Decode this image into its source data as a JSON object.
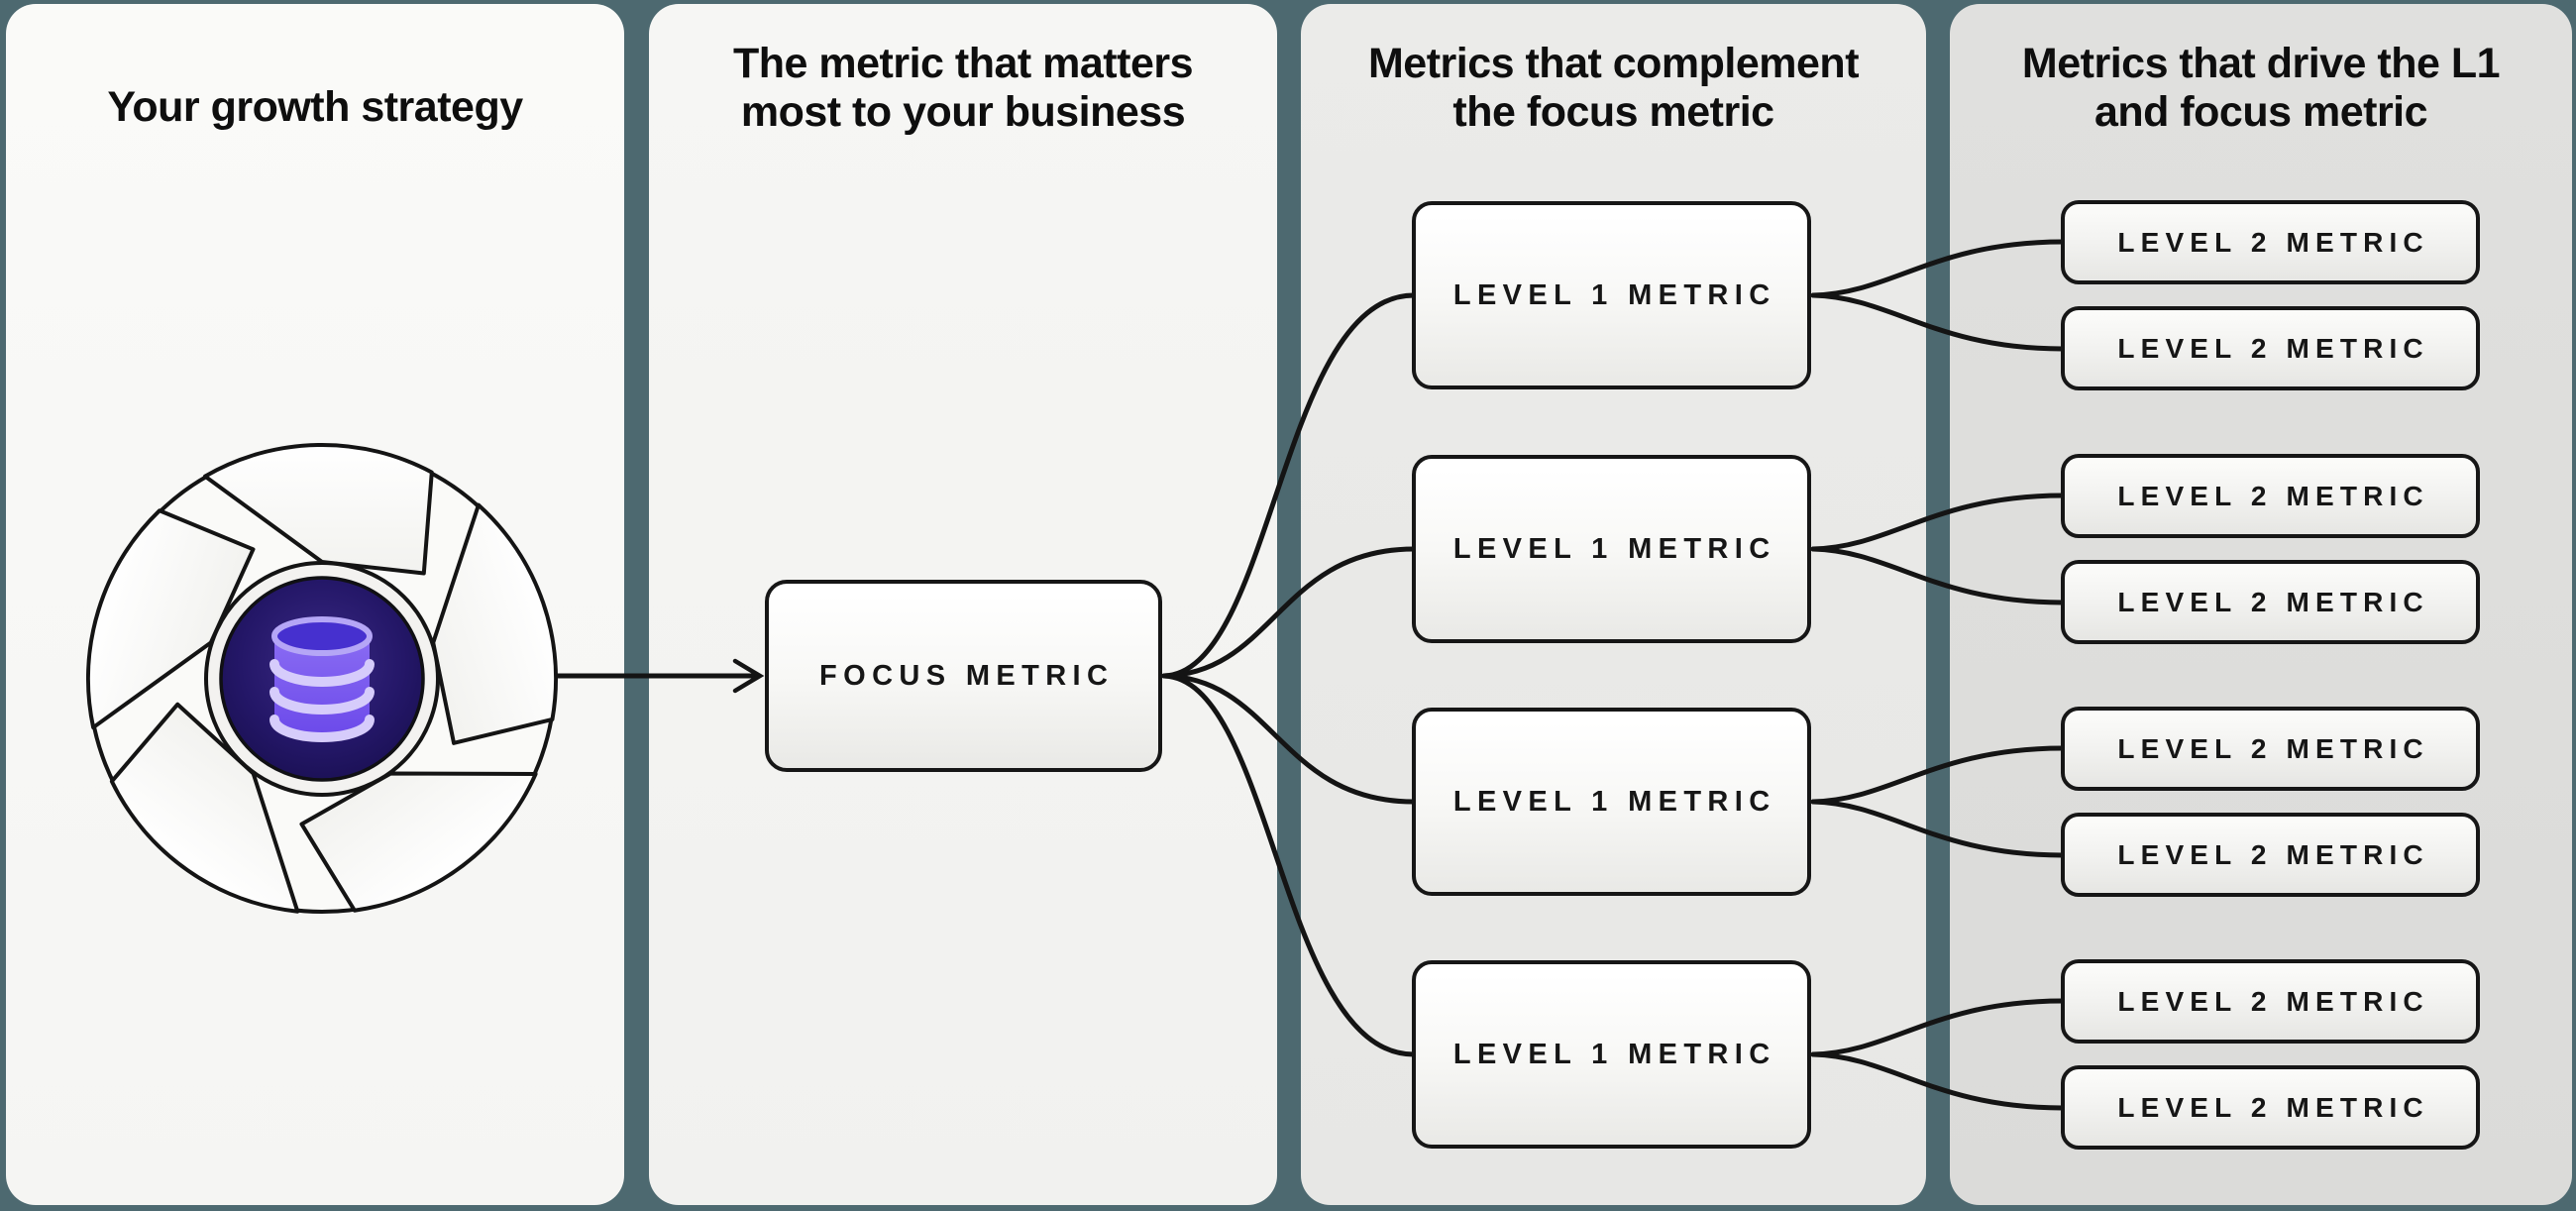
{
  "columns": [
    {
      "header": "Your growth strategy",
      "lines": [
        "Your growth strategy"
      ]
    },
    {
      "header": "The metric that matters most to your business",
      "lines": [
        "The metric that matters",
        "most to your business"
      ]
    },
    {
      "header": "Metrics that complement the focus metric",
      "lines": [
        "Metrics that complement",
        "the focus metric"
      ]
    },
    {
      "header": "Metrics that drive the L1 and focus metric",
      "lines": [
        "Metrics that drive the L1",
        "and focus metric"
      ]
    }
  ],
  "focus": {
    "label": "FOCUS METRIC"
  },
  "level1": [
    {
      "label": "LEVEL 1 METRIC"
    },
    {
      "label": "LEVEL 1 METRIC"
    },
    {
      "label": "LEVEL 1 METRIC"
    },
    {
      "label": "LEVEL 1 METRIC"
    }
  ],
  "level2": [
    {
      "label": "LEVEL 2 METRIC"
    },
    {
      "label": "LEVEL 2 METRIC"
    },
    {
      "label": "LEVEL 2 METRIC"
    },
    {
      "label": "LEVEL 2 METRIC"
    },
    {
      "label": "LEVEL 2 METRIC"
    },
    {
      "label": "LEVEL 2 METRIC"
    },
    {
      "label": "LEVEL 2 METRIC"
    },
    {
      "label": "LEVEL 2 METRIC"
    }
  ],
  "icons": {
    "flywheel": "flywheel-icon",
    "database": "database-icon",
    "arrow": "arrow-right-icon"
  },
  "colors": {
    "background_teal": "#4d6970",
    "panel_light": "#f5f5f3",
    "panel_mid": "#e9e9e7",
    "panel_dark": "#dddddb",
    "line_black": "#161616",
    "hub_indigo": "#221563",
    "database_violet": "#7a58ee",
    "database_lavender": "#d6ccfb"
  }
}
